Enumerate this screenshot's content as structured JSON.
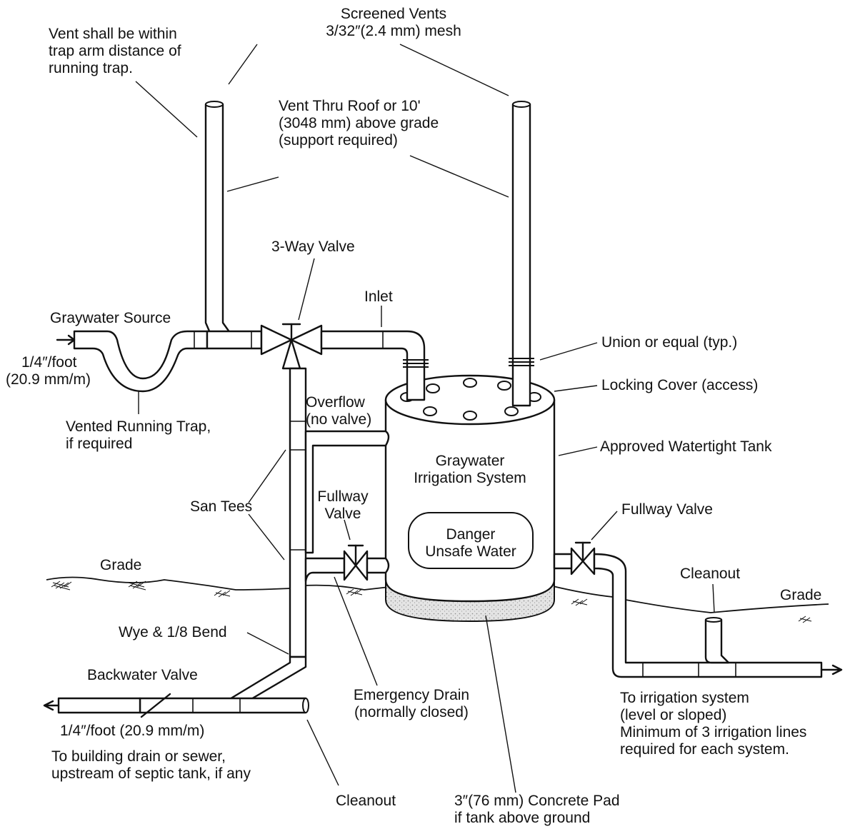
{
  "labels": {
    "screened_vents": [
      "Screened Vents",
      "3/32″(2.4 mm) mesh"
    ],
    "vent_within": [
      "Vent shall be within",
      "trap arm distance of",
      "running trap."
    ],
    "vent_thru_roof": [
      "Vent Thru Roof or 10'",
      "(3048 mm) above grade",
      "(support required)"
    ],
    "three_way_valve": "3-Way Valve",
    "inlet": "Inlet",
    "graywater_source": "Graywater Source",
    "slope_source": [
      "1/4″/foot",
      "(20.9 mm/m)"
    ],
    "vented_running_trap": [
      "Vented Running Trap,",
      "if required"
    ],
    "union": "Union or equal (typ.)",
    "locking_cover": "Locking Cover (access)",
    "approved_tank": "Approved Watertight Tank",
    "overflow": [
      "Overflow",
      "(no valve)"
    ],
    "tank_title": [
      "Graywater",
      "Irrigation System"
    ],
    "danger": [
      "Danger",
      "Unsafe Water"
    ],
    "san_tees": "San Tees",
    "fullway_valve_left": [
      "Fullway",
      "Valve"
    ],
    "fullway_valve_right": "Fullway Valve",
    "grade_left": "Grade",
    "grade_right": "Grade",
    "cleanout_right": "Cleanout",
    "wye": "Wye & 1/8 Bend",
    "backwater_valve": "Backwater Valve",
    "slope_drain": "1/4″/foot (20.9 mm/m)",
    "building_drain": [
      "To building drain or sewer,",
      "upstream of septic tank, if any"
    ],
    "emergency_drain": [
      "Emergency Drain",
      "(normally closed)"
    ],
    "to_irrigation": [
      "To irrigation system",
      "(level or sloped)",
      "Minimum of 3 irrigation lines",
      "required for each system."
    ],
    "cleanout_bottom": "Cleanout",
    "concrete_pad": [
      "3″(76 mm) Concrete Pad",
      "if tank above ground"
    ]
  }
}
